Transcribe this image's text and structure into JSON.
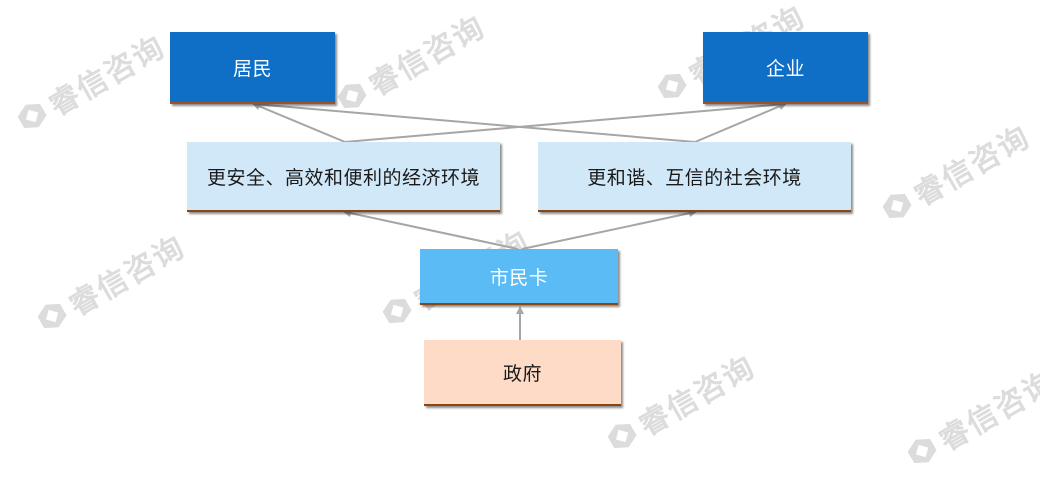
{
  "diagram": {
    "nodes": {
      "resident": "居民",
      "enterprise": "企业",
      "economic_env": "更安全、高效和便利的经济环境",
      "social_env": "更和谐、互信的社会环境",
      "citizen_card": "市民卡",
      "government": "政府"
    },
    "edges": [
      [
        "government",
        "citizen_card"
      ],
      [
        "citizen_card",
        "economic_env"
      ],
      [
        "citizen_card",
        "social_env"
      ],
      [
        "economic_env",
        "resident"
      ],
      [
        "economic_env",
        "enterprise"
      ],
      [
        "social_env",
        "resident"
      ],
      [
        "social_env",
        "enterprise"
      ]
    ]
  },
  "watermark": {
    "text": "睿信咨询",
    "logo_icon": "hexagon-logo-icon"
  },
  "colors": {
    "top_box": "#0f6fc6",
    "middle_box": "#d0e8f8",
    "card_box": "#5bbcf5",
    "government_box": "#fddbc7",
    "arrow": "#a6a6a6"
  }
}
